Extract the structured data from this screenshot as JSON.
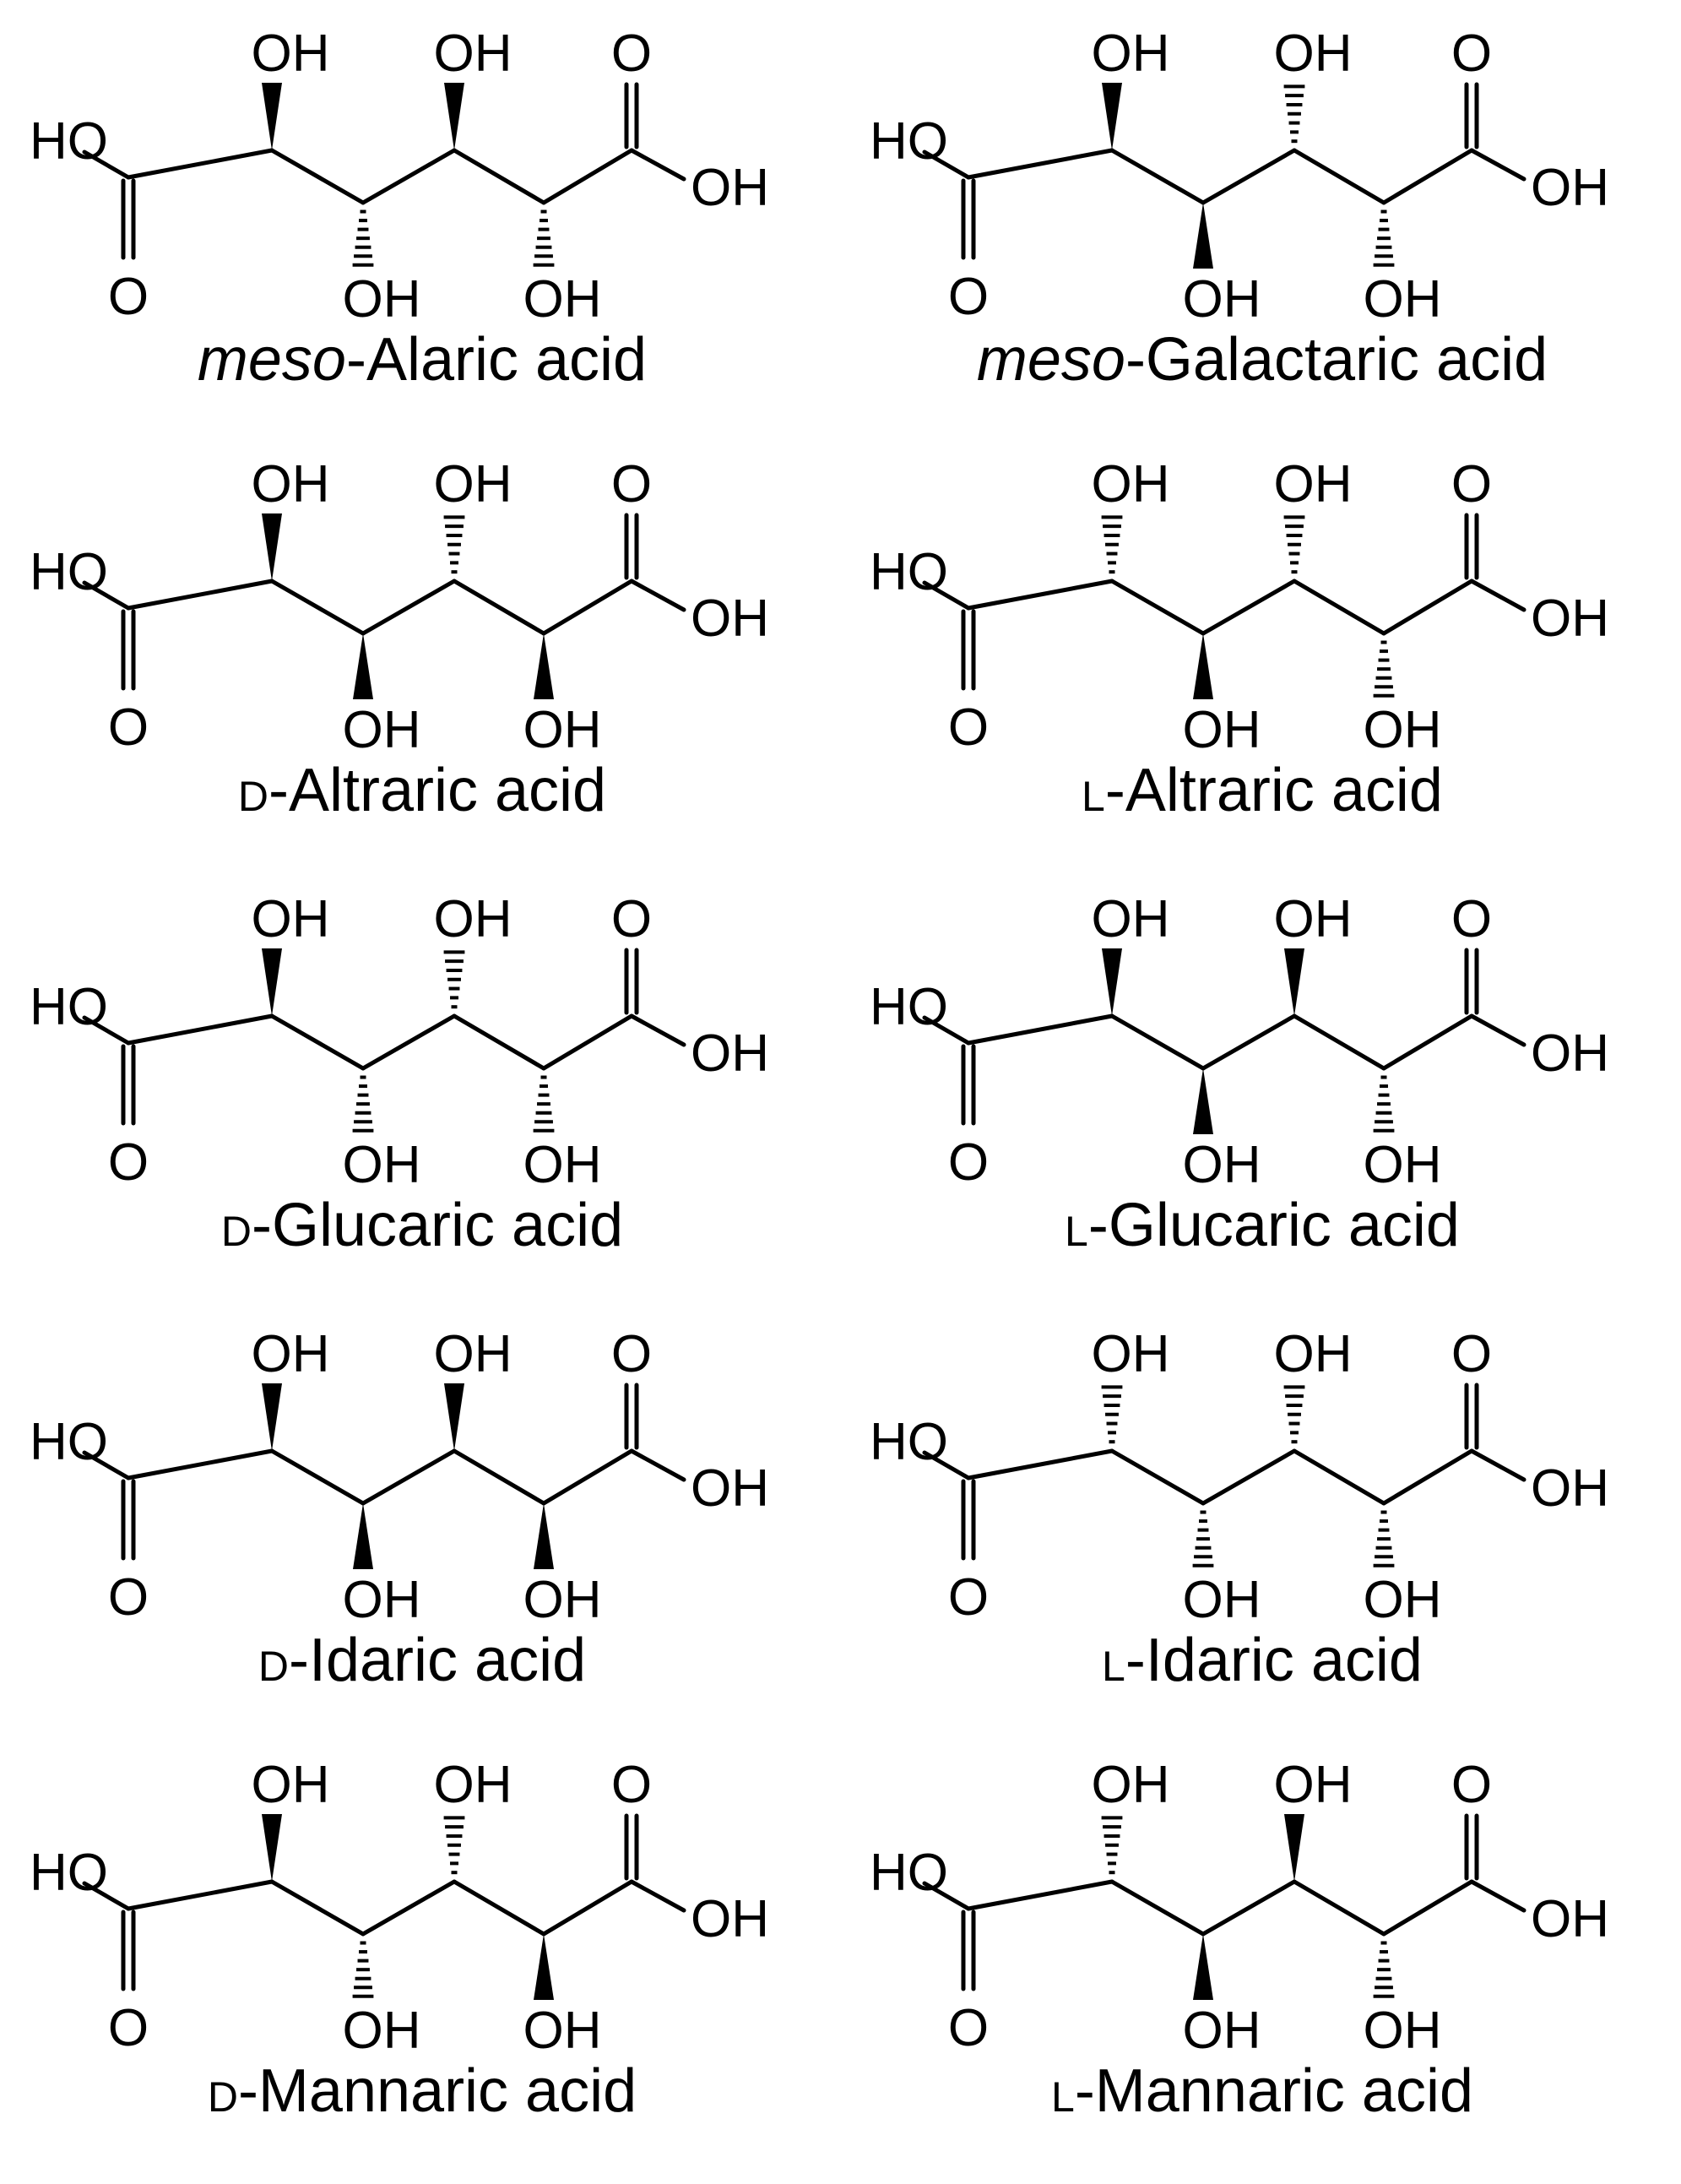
{
  "atoms": {
    "hydroxyl": "OH",
    "hydroxyl_left": "HO",
    "oxygen": "O"
  },
  "molecules": [
    {
      "prefix": "meso",
      "prefix_style": "italic",
      "name": "-Alaric acid",
      "stereo": [
        "up-wedge",
        "down-hash",
        "up-wedge",
        "down-hash"
      ]
    },
    {
      "prefix": "meso",
      "prefix_style": "italic",
      "name": "-Galactaric acid",
      "stereo": [
        "up-wedge",
        "down-wedge",
        "up-hash",
        "down-hash"
      ]
    },
    {
      "prefix": "D",
      "prefix_style": "smallcaps",
      "name": "-Altraric acid",
      "stereo": [
        "up-wedge",
        "down-wedge",
        "up-hash",
        "down-wedge"
      ]
    },
    {
      "prefix": "L",
      "prefix_style": "smallcaps",
      "name": "-Altraric acid",
      "stereo": [
        "up-hash",
        "down-wedge",
        "up-hash",
        "down-hash"
      ]
    },
    {
      "prefix": "D",
      "prefix_style": "smallcaps",
      "name": "-Glucaric acid",
      "stereo": [
        "up-wedge",
        "down-hash",
        "up-hash",
        "down-hash"
      ]
    },
    {
      "prefix": "L",
      "prefix_style": "smallcaps",
      "name": "-Glucaric acid",
      "stereo": [
        "up-wedge",
        "down-wedge",
        "up-wedge",
        "down-hash"
      ]
    },
    {
      "prefix": "D",
      "prefix_style": "smallcaps",
      "name": "-Idaric acid",
      "stereo": [
        "up-wedge",
        "down-wedge",
        "up-wedge",
        "down-wedge"
      ]
    },
    {
      "prefix": "L",
      "prefix_style": "smallcaps",
      "name": "-Idaric acid",
      "stereo": [
        "up-hash",
        "down-hash",
        "up-hash",
        "down-hash"
      ]
    },
    {
      "prefix": "D",
      "prefix_style": "smallcaps",
      "name": "-Mannaric acid",
      "stereo": [
        "up-wedge",
        "down-hash",
        "up-hash",
        "down-wedge"
      ]
    },
    {
      "prefix": "L",
      "prefix_style": "smallcaps",
      "name": "-Mannaric acid",
      "stereo": [
        "up-hash",
        "down-wedge",
        "up-wedge",
        "down-hash"
      ]
    }
  ]
}
